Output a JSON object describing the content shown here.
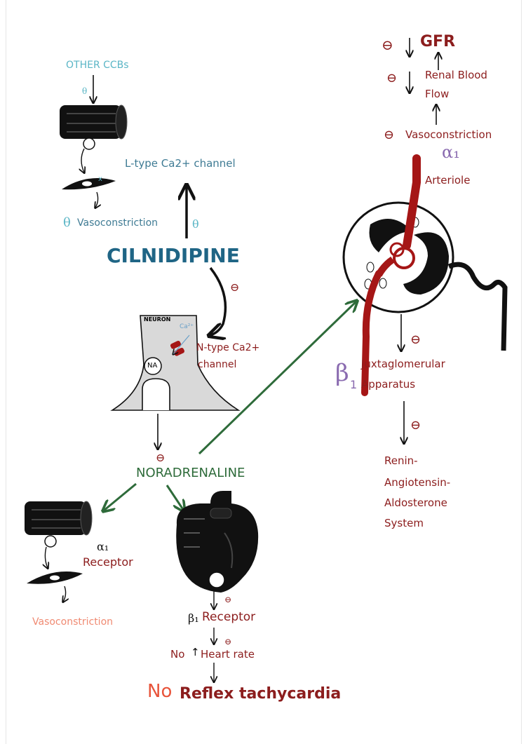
{
  "labels": {
    "other_ccbs": "OTHER CCBs",
    "l_type_channel": "L-type Ca2+ channel",
    "vasoconstriction_left": "Vasoconstriction",
    "cilnidipine": "CILNIDIPINE",
    "neuron": "NEURON",
    "ca2plus_small": "Ca²⁺",
    "na": "NA",
    "n_type_channel_line1": "N-type Ca2+",
    "n_type_channel_line2": "channel",
    "noradrenaline": "NORADRENALINE",
    "alpha_receptor": "Receptor",
    "vasoconstriction_bottom": "Vasoconstriction",
    "beta_receptor": "Receptor",
    "no_heart_prefix": "No",
    "heart_rate": "Heart rate",
    "no_big": "No",
    "reflex_tachycardia": "Reflex tachycardia",
    "gfr": "GFR",
    "renal_blood_line1": "Renal Blood",
    "renal_blood_line2": "Flow",
    "vasoconstriction_top": "Vasoconstriction",
    "arteriole": "Arteriole",
    "juxta_line1": "Juxtaglomerular",
    "juxta_line2": "Apparatus",
    "raas_line1": "Renin-",
    "raas_line2": "Angiotensin-",
    "raas_line3": "Aldosterone",
    "raas_line4": "System"
  },
  "symbols": {
    "minus_circle": "⊖",
    "theta": "θ",
    "alpha1": "α₁",
    "beta1": "β₁",
    "beta_big": "β",
    "sub1": "1",
    "down_arrow": "↓",
    "up_arrow": "↑"
  },
  "colors": {
    "maroon": "#8c1d1d",
    "teal": "#5bb6c6",
    "steel": "#3f7b94",
    "green": "#2e6b3a",
    "purple": "#8a6bb0",
    "salmon": "#f08a72",
    "arteriole_red": "#a51616"
  }
}
